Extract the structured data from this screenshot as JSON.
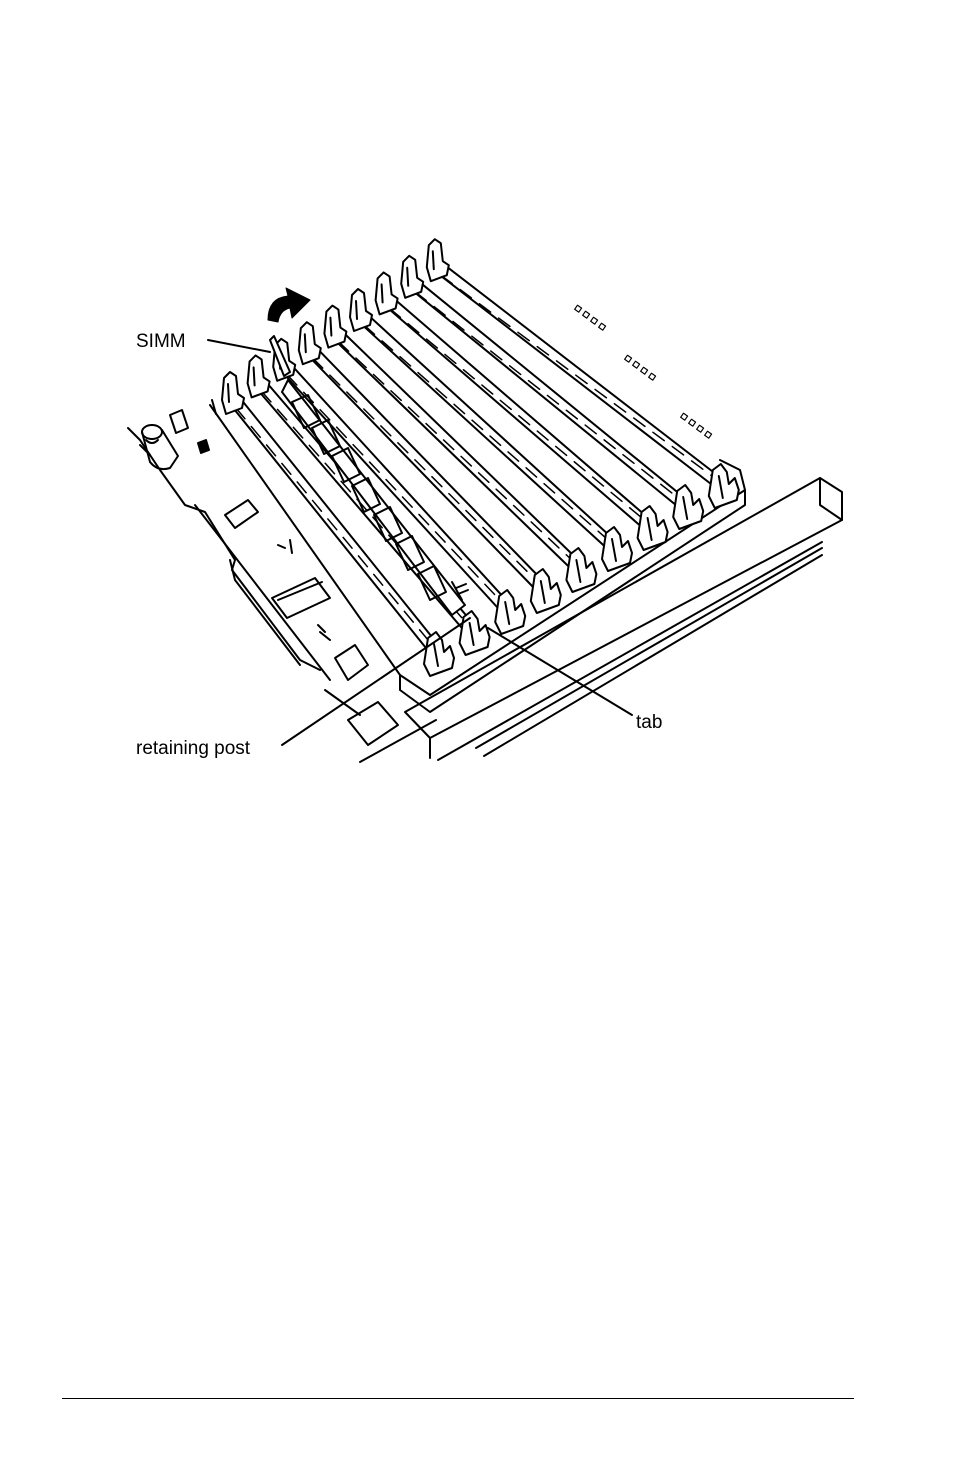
{
  "figure": {
    "callouts": {
      "simm": "SIMM",
      "tab": "tab",
      "retaining_post": "retaining post"
    },
    "socket_count": 9,
    "colors": {
      "ink": "#000000",
      "paper": "#ffffff"
    },
    "icons": [
      "curved-arrow-icon"
    ]
  }
}
